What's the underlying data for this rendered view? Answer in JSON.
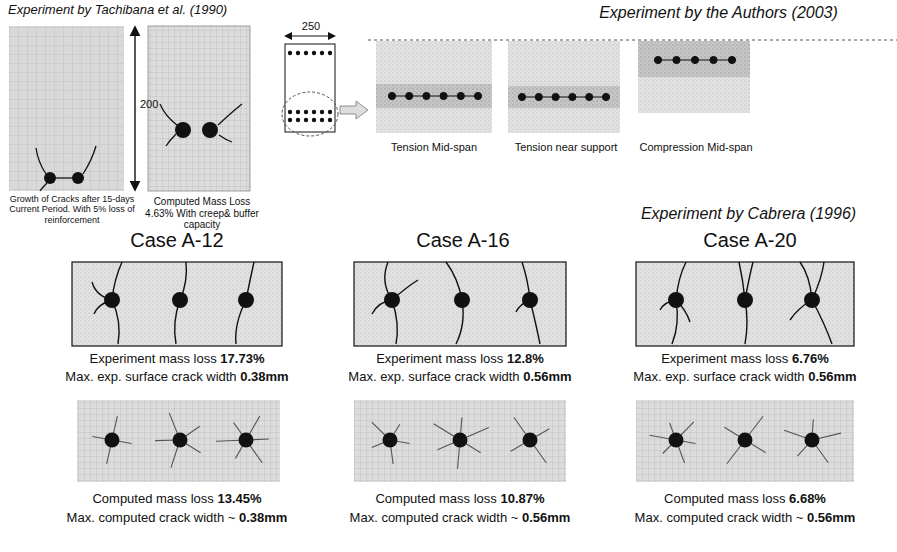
{
  "diagram": {
    "labels": [
      "Experiment by Tachibana et al. (1990)",
      "200",
      "Growth of Cracks after 15-days Current Period. With 5% loss of reinforcement",
      "Computed Mass Loss 4.63% With creep& buffer capacity",
      "Experiment by the Authors (2003)",
      "250",
      "Tension Mid-span",
      "Tension near support",
      "Compression Mid-span",
      "Experiment by Cabrera (1996)",
      "Case A-12",
      "Case A-16",
      "Case A-20",
      "Experiment mass loss",
      "17.73%",
      "Max. exp. surface crack width",
      "0.38mm",
      "Computed mass loss",
      "13.45%",
      "Max. computed crack width ~",
      "0.38mm",
      "Experiment mass loss",
      "12.8%",
      "Max. exp. surface crack width",
      "0.56mm",
      "Computed mass loss",
      "10.87%",
      "Max. computed crack width ~",
      "0.56mm",
      "Experiment mass loss",
      "6.76%",
      "Max. exp. surface crack width",
      "0.56mm",
      "Computed mass loss",
      "6.68%",
      "Max. computed crack width ~",
      "0.56mm"
    ]
  }
}
